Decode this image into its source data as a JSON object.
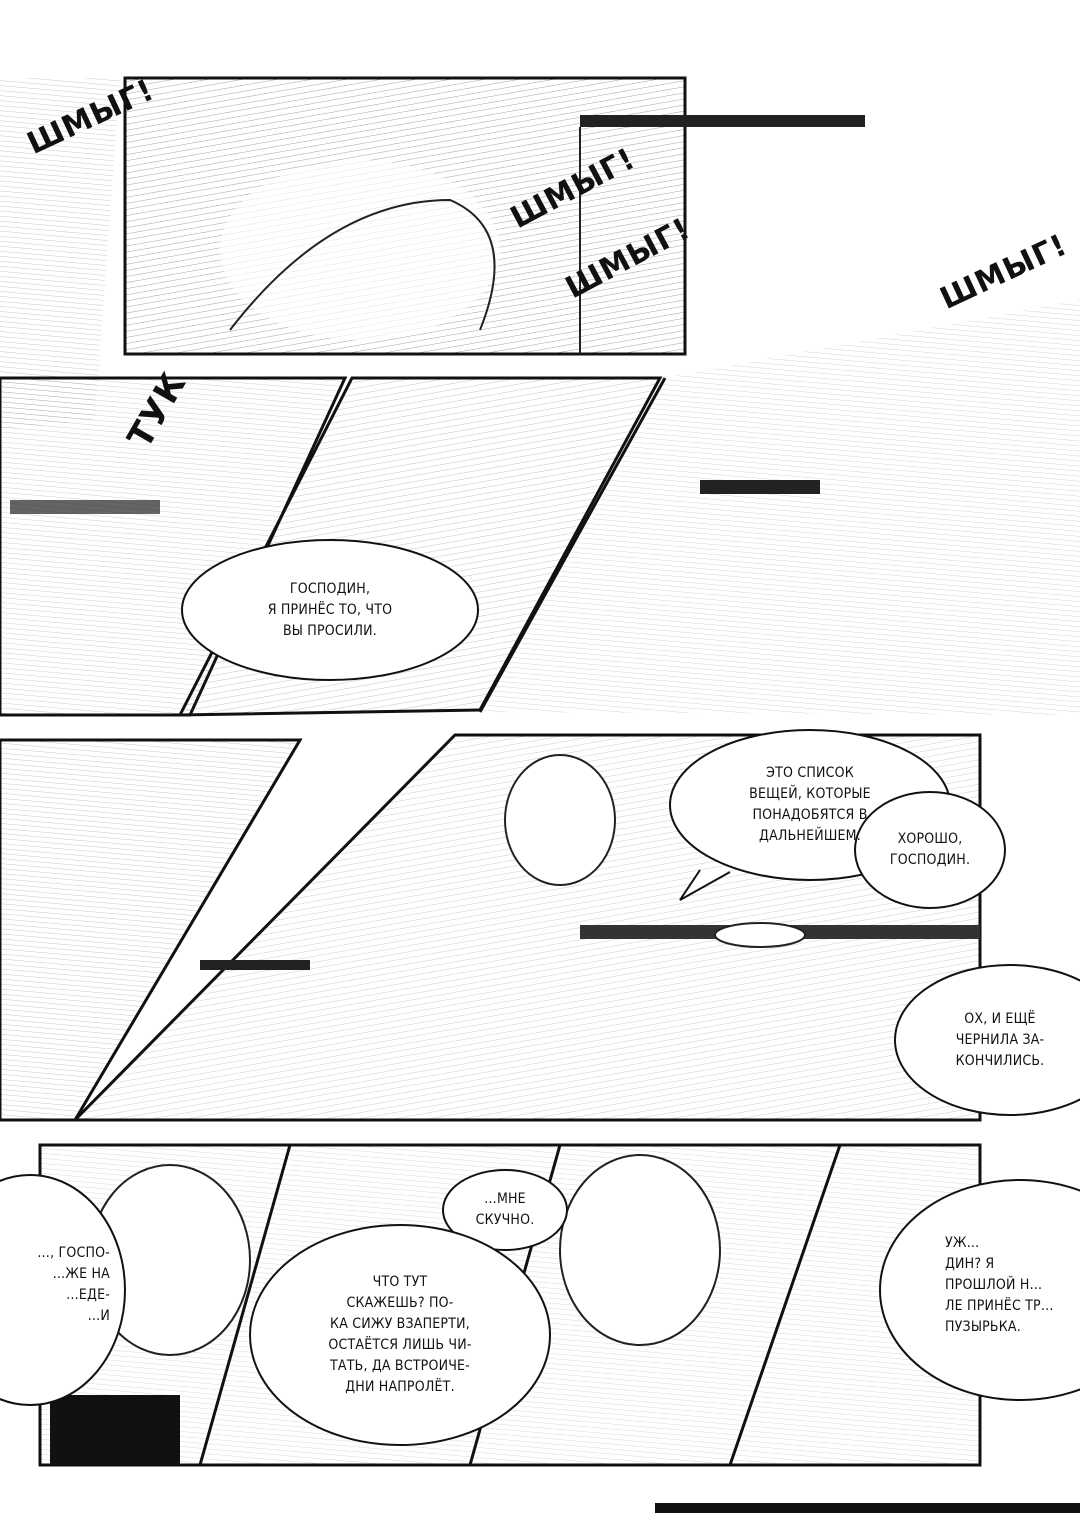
{
  "sfx": {
    "a": "ШМЫГ!",
    "b": "ШМЫГ!",
    "c": "ШМЫГ!",
    "d": "ШМЫГ!",
    "e": "ТУК"
  },
  "dialogue": {
    "panel2_servant": "ГОСПОДИН,\nЯ ПРИНЁС ТО, ЧТО\nВЫ ПРОСИЛИ.",
    "panel3_list": "ЭТО СПИСОК\nВЕЩЕЙ, КОТОРЫЕ\nПОНАДОБЯТСЯ В\nДАЛЬНЕЙШЕМ.",
    "panel3_ok": "ХОРОШО,\nГОСПОДИН.",
    "panel3_ink": "ОХ, И ЕЩЁ\nЧЕРНИЛА ЗА-\nКОНЧИЛИСЬ.",
    "panel4_left": "…, ГОСПО-\n…ЖЕ НА\n…ЕДЕ-\n…И",
    "panel4_bored": "…МНЕ\nСКУЧНО.",
    "panel4_middle": "ЧТО ТУТ\nСКАЖЕШЬ? ПО-\nКА СИЖУ ВЗАПЕРТИ,\nОСТАЁТСЯ ЛИШЬ ЧИ-\nТАТЬ, ДА ВСТРОИЧЕ-\nДНИ НАПРОЛЁТ.",
    "panel4_right": "УЖ…\nДИН? Я\nПРОШЛОЙ Н…\nЛЕ ПРИНЁС ТР…\nПУЗЫРЬКА."
  }
}
